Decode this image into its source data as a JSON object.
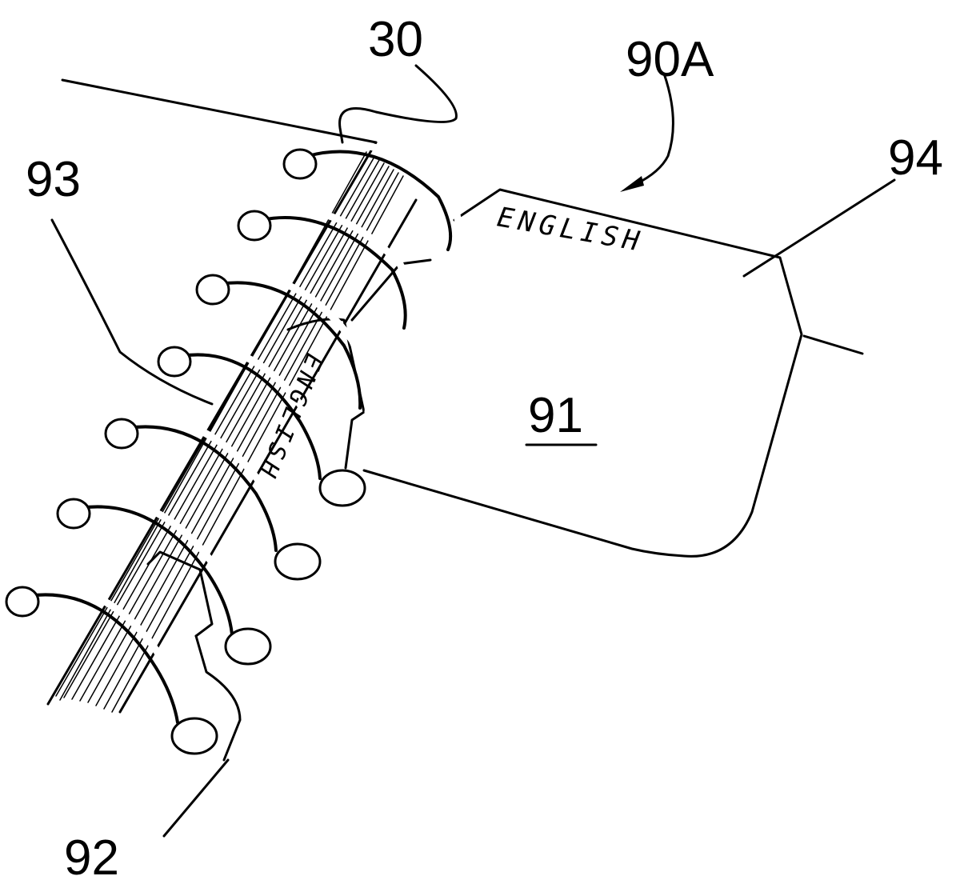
{
  "figure": {
    "ref_labels": {
      "r30": "30",
      "r90a": "90A",
      "r94": "94",
      "r93": "93",
      "r91": "91",
      "r92": "92"
    },
    "tab_text_top": "ENGLISH",
    "tab_text_side": "ENGLISH"
  }
}
